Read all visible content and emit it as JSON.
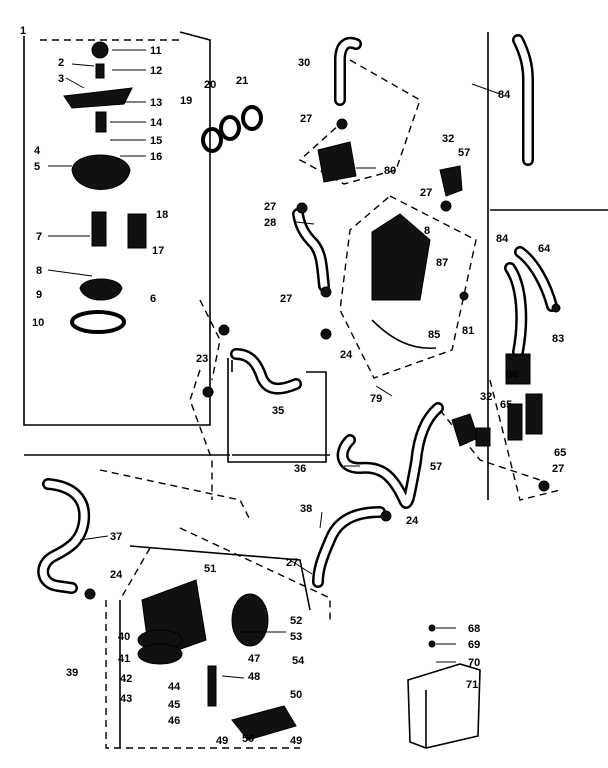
{
  "labels": [
    {
      "id": "1",
      "text": "1"
    },
    {
      "id": "2",
      "text": "2"
    },
    {
      "id": "3",
      "text": "3"
    },
    {
      "id": "4",
      "text": "4"
    },
    {
      "id": "5",
      "text": "5"
    },
    {
      "id": "6",
      "text": "6"
    },
    {
      "id": "7",
      "text": "7"
    },
    {
      "id": "8",
      "text": "8"
    },
    {
      "id": "9",
      "text": "9"
    },
    {
      "id": "10",
      "text": "10"
    },
    {
      "id": "11",
      "text": "11"
    },
    {
      "id": "12",
      "text": "12"
    },
    {
      "id": "13",
      "text": "13"
    },
    {
      "id": "14",
      "text": "14"
    },
    {
      "id": "15",
      "text": "15"
    },
    {
      "id": "16",
      "text": "16"
    },
    {
      "id": "17",
      "text": "17"
    },
    {
      "id": "18",
      "text": "18"
    },
    {
      "id": "19",
      "text": "19"
    },
    {
      "id": "20",
      "text": "20"
    },
    {
      "id": "21",
      "text": "21"
    },
    {
      "id": "23",
      "text": "23"
    },
    {
      "id": "24a",
      "text": "24"
    },
    {
      "id": "24b",
      "text": "24"
    },
    {
      "id": "24c",
      "text": "24"
    },
    {
      "id": "27a",
      "text": "27"
    },
    {
      "id": "27b",
      "text": "27"
    },
    {
      "id": "27c",
      "text": "27"
    },
    {
      "id": "27d",
      "text": "27"
    },
    {
      "id": "27e",
      "text": "27"
    },
    {
      "id": "27f",
      "text": "27"
    },
    {
      "id": "28",
      "text": "28"
    },
    {
      "id": "30",
      "text": "30"
    },
    {
      "id": "32a",
      "text": "32"
    },
    {
      "id": "32b",
      "text": "32"
    },
    {
      "id": "35",
      "text": "35"
    },
    {
      "id": "36",
      "text": "36"
    },
    {
      "id": "37",
      "text": "37"
    },
    {
      "id": "38",
      "text": "38"
    },
    {
      "id": "39",
      "text": "39"
    },
    {
      "id": "40",
      "text": "40"
    },
    {
      "id": "41",
      "text": "41"
    },
    {
      "id": "42",
      "text": "42"
    },
    {
      "id": "43",
      "text": "43"
    },
    {
      "id": "44",
      "text": "44"
    },
    {
      "id": "45",
      "text": "45"
    },
    {
      "id": "46",
      "text": "46"
    },
    {
      "id": "47",
      "text": "47"
    },
    {
      "id": "48",
      "text": "48"
    },
    {
      "id": "49a",
      "text": "49"
    },
    {
      "id": "49b",
      "text": "49"
    },
    {
      "id": "50a",
      "text": "50"
    },
    {
      "id": "50b",
      "text": "50"
    },
    {
      "id": "51",
      "text": "51"
    },
    {
      "id": "52",
      "text": "52"
    },
    {
      "id": "53",
      "text": "53"
    },
    {
      "id": "54",
      "text": "54"
    },
    {
      "id": "57a",
      "text": "57"
    },
    {
      "id": "57b",
      "text": "57"
    },
    {
      "id": "64",
      "text": "64"
    },
    {
      "id": "65a",
      "text": "65"
    },
    {
      "id": "65b",
      "text": "65"
    },
    {
      "id": "66",
      "text": "66"
    },
    {
      "id": "68",
      "text": "68"
    },
    {
      "id": "69",
      "text": "69"
    },
    {
      "id": "70",
      "text": "70"
    },
    {
      "id": "71",
      "text": "71"
    },
    {
      "id": "79",
      "text": "79"
    },
    {
      "id": "80",
      "text": "80"
    },
    {
      "id": "81",
      "text": "81"
    },
    {
      "id": "83",
      "text": "83"
    },
    {
      "id": "84a",
      "text": "84"
    },
    {
      "id": "84b",
      "text": "84"
    },
    {
      "id": "85",
      "text": "85"
    },
    {
      "id": "87",
      "text": "87"
    },
    {
      "id": "8b",
      "text": "8"
    }
  ]
}
